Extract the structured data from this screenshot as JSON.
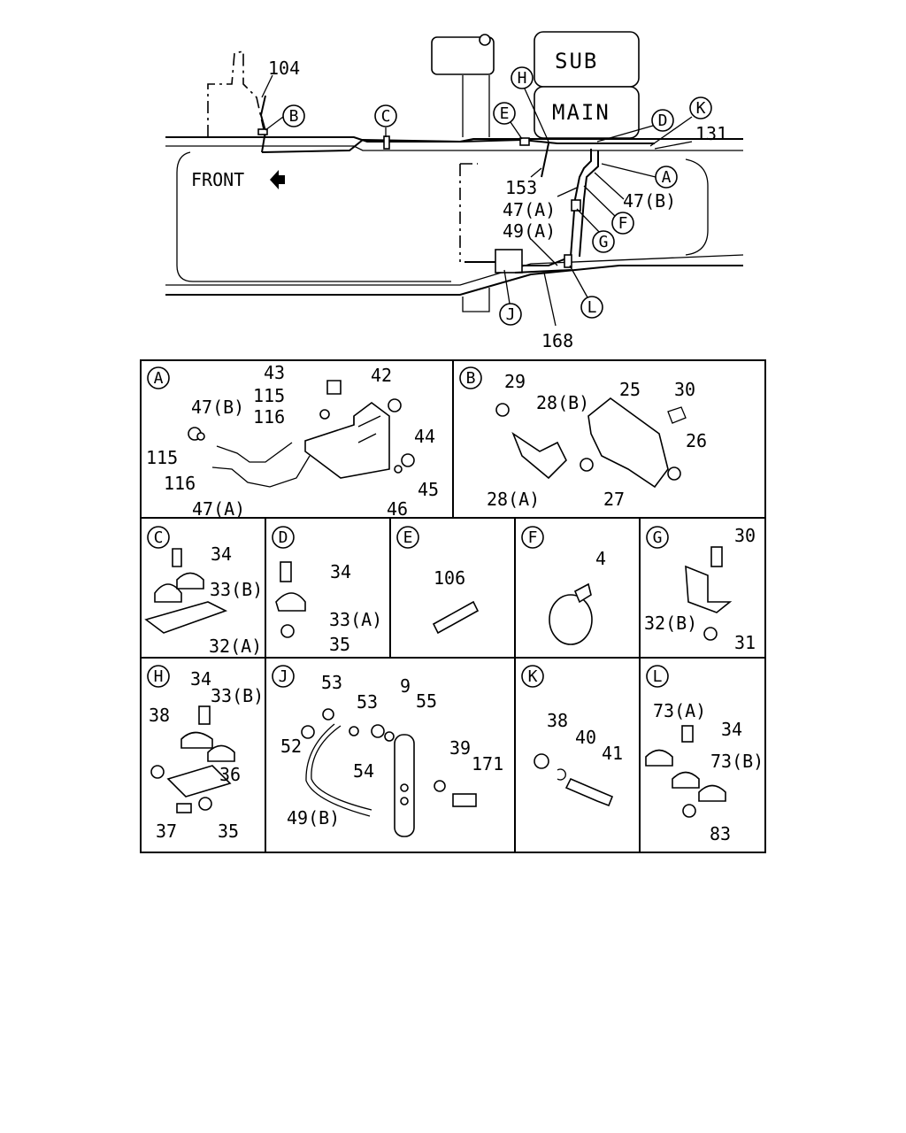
{
  "overview": {
    "tanks": {
      "sub": "SUB",
      "main": "MAIN"
    },
    "front_label": "FRONT",
    "callouts": [
      "104",
      "131",
      "153",
      "47(A)",
      "49(A)",
      "47(B)",
      "168"
    ],
    "detail_markers": [
      "A",
      "B",
      "C",
      "D",
      "E",
      "F",
      "G",
      "H",
      "J",
      "K",
      "L"
    ]
  },
  "panels": [
    {
      "id": "A",
      "labels": [
        "43",
        "42",
        "115",
        "116",
        "44",
        "47(B)",
        "115",
        "116",
        "45",
        "46",
        "47(A)"
      ]
    },
    {
      "id": "B",
      "labels": [
        "29",
        "28(B)",
        "25",
        "30",
        "26",
        "28(A)",
        "27"
      ]
    },
    {
      "id": "C",
      "labels": [
        "34",
        "33(B)",
        "32(A)"
      ]
    },
    {
      "id": "D",
      "labels": [
        "34",
        "33(A)",
        "35"
      ]
    },
    {
      "id": "E",
      "labels": [
        "106"
      ]
    },
    {
      "id": "F",
      "labels": [
        "4"
      ]
    },
    {
      "id": "G",
      "labels": [
        "30",
        "32(B)",
        "31"
      ]
    },
    {
      "id": "H",
      "labels": [
        "34",
        "33(B)",
        "38",
        "36",
        "37",
        "35"
      ]
    },
    {
      "id": "J",
      "labels": [
        "53",
        "9",
        "53",
        "55",
        "52",
        "39",
        "171",
        "54",
        "49(B)"
      ]
    },
    {
      "id": "K",
      "labels": [
        "38",
        "40",
        "41"
      ]
    },
    {
      "id": "L",
      "labels": [
        "73(A)",
        "34",
        "73(B)",
        "83"
      ]
    }
  ]
}
